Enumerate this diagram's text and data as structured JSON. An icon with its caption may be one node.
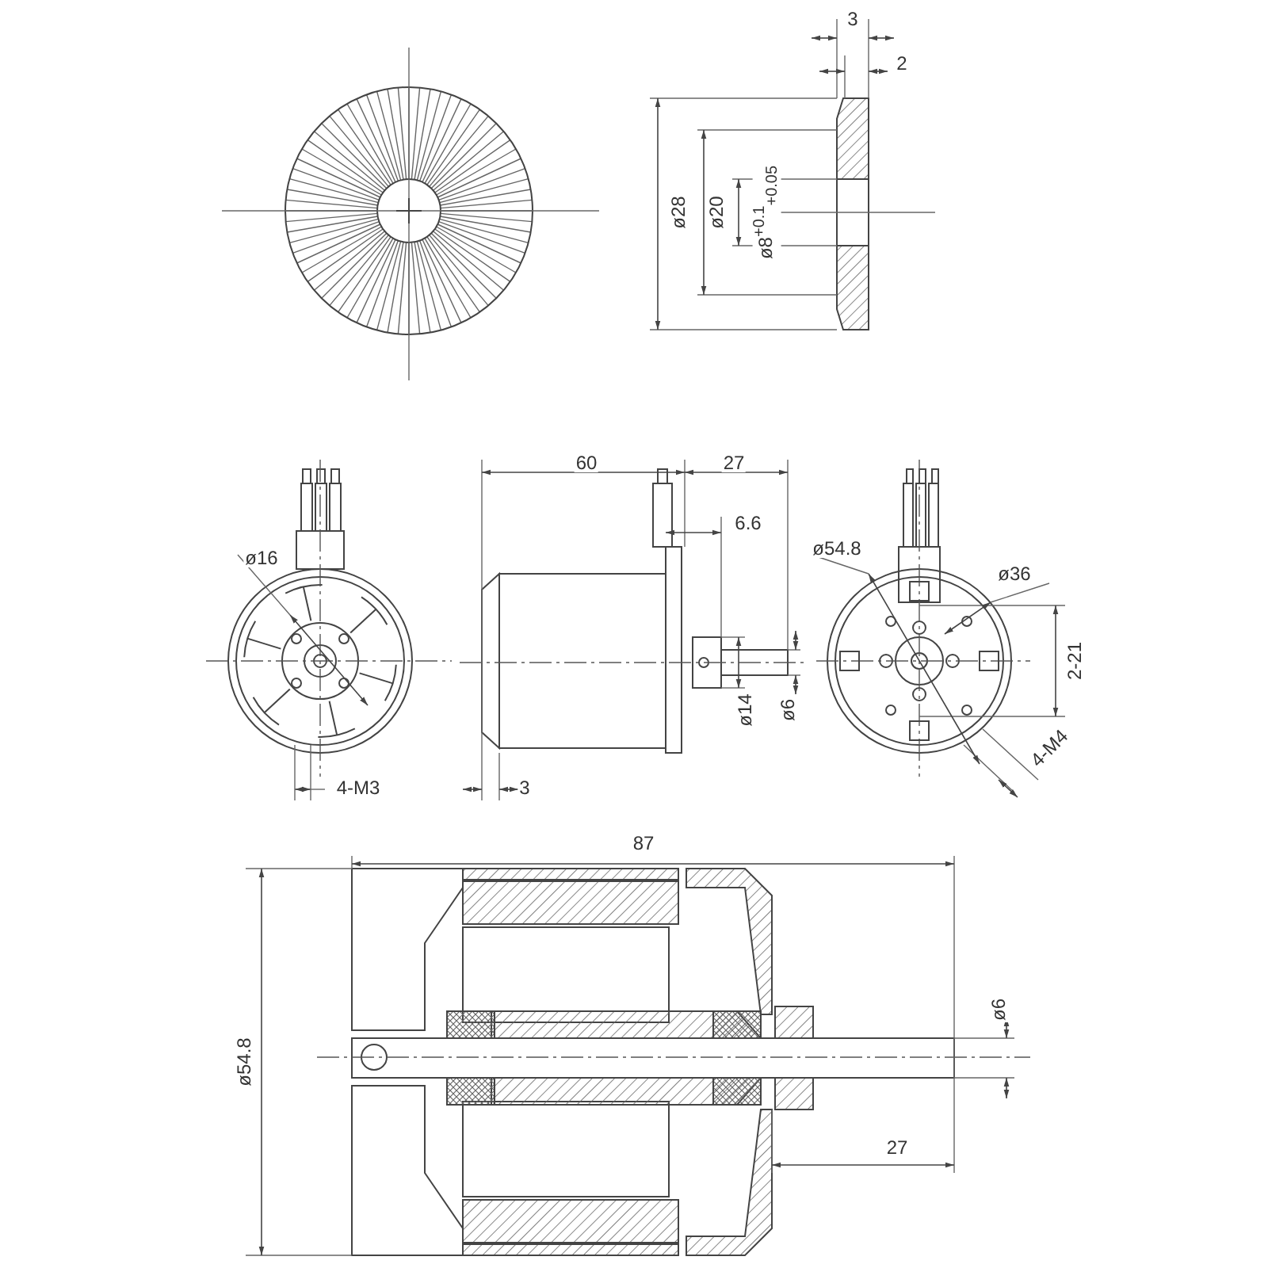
{
  "diagram": {
    "labels": [
      "3",
      "2",
      "ø28",
      "ø20",
      "ø8$^{+0.1}$$_{+0.05}$",
      "60",
      "27",
      "ø16",
      "6.6",
      "ø54.8",
      "ø36",
      "ø14",
      "ø6",
      "2-21",
      "4-M3",
      "3",
      "4-M4",
      "87",
      "ø54.8",
      "ø6",
      "27"
    ]
  }
}
